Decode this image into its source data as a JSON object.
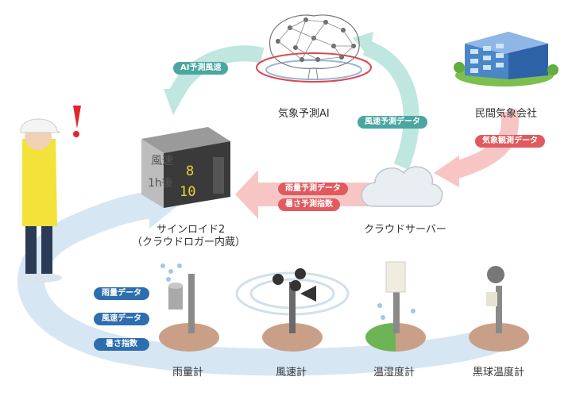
{
  "nodes": {
    "weather_ai": "気象予測AI",
    "weather_company": "民間気象会社",
    "cloud_server": "クラウドサーバー",
    "signoid_line1": "サインロイド2",
    "signoid_line2": "（クラウドロガー内蔵）",
    "rain_gauge": "雨量計",
    "anemometer": "風速計",
    "thermo_hygrometer": "温湿度計",
    "globe_thermometer": "黒球温度計"
  },
  "flows": {
    "ai_wind_forecast": "AI予測風速",
    "wind_forecast_data": "風速予測データ",
    "weather_obs_data": "気象観測データ",
    "rain_forecast_data": "雨量予測データ",
    "heat_forecast_index": "暑さ予測指数",
    "rain_data": "雨量データ",
    "wind_data": "風速データ",
    "heat_index": "暑さ指数"
  },
  "display": {
    "row1_label": "風速",
    "row1_value": "8",
    "row2_label": "1h後",
    "row2_value": "10"
  },
  "colors": {
    "teal_arrow": "#bfe6df",
    "red_arrow": "#f7c6c4",
    "blue_arrow": "#d6e6f3",
    "teal_tag": "#4aa6a1",
    "red_tag": "#e05a5f",
    "blue_tag": "#2f6eae",
    "display_digits": "#e9d43a",
    "alert": "#e0262d"
  },
  "icons": {
    "brain": "brain-network-icon",
    "building": "office-building-icon",
    "cloud": "cloud-icon",
    "worker": "worker-icon",
    "alert": "exclamation-icon"
  }
}
